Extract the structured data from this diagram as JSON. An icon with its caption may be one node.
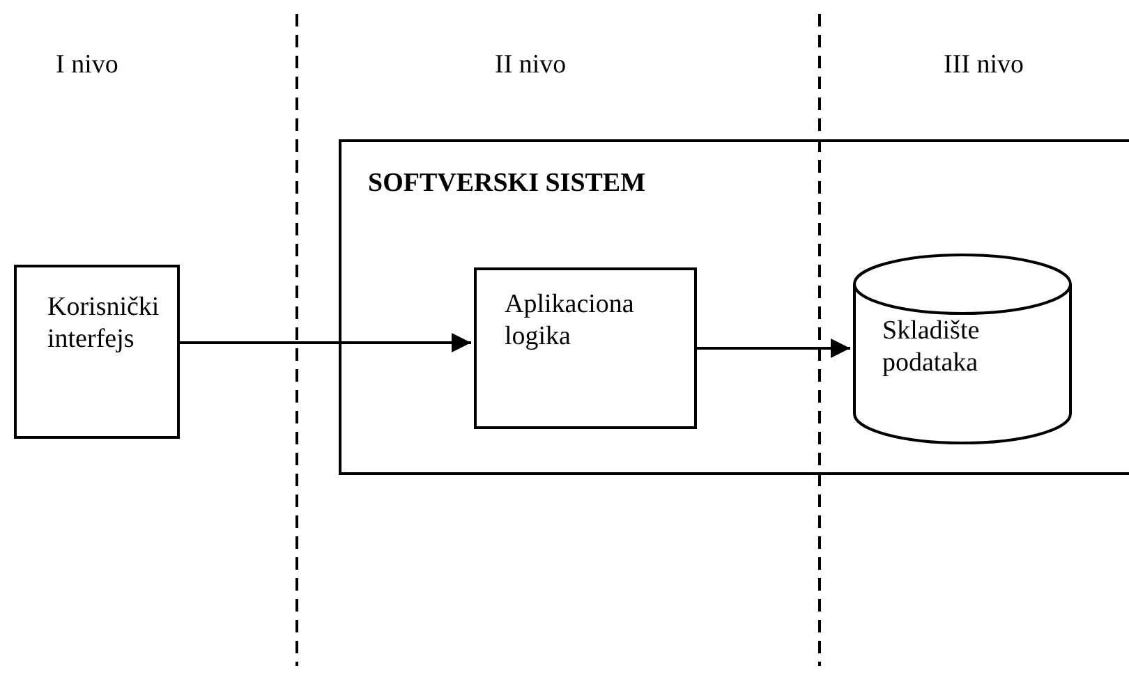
{
  "diagram": {
    "nodes": [
      {
        "text": [
          "Korisnički interfejs"
        ]
      },
      {
        "text": [
          "SOFTVERSKI SISTEM"
        ]
      },
      {
        "text": [
          "Aplikaciona logika"
        ],
        "in": 1
      },
      {
        "text": [
          "Skladište podataka"
        ],
        "in": 1
      }
    ],
    "edges": [
      {
        "from": 0,
        "to": 2,
        "arrow": "to"
      },
      {
        "from": 2,
        "to": 3,
        "arrow": "to"
      }
    ],
    "labels": [
      "I nivo",
      "II nivo",
      "III nivo"
    ]
  }
}
